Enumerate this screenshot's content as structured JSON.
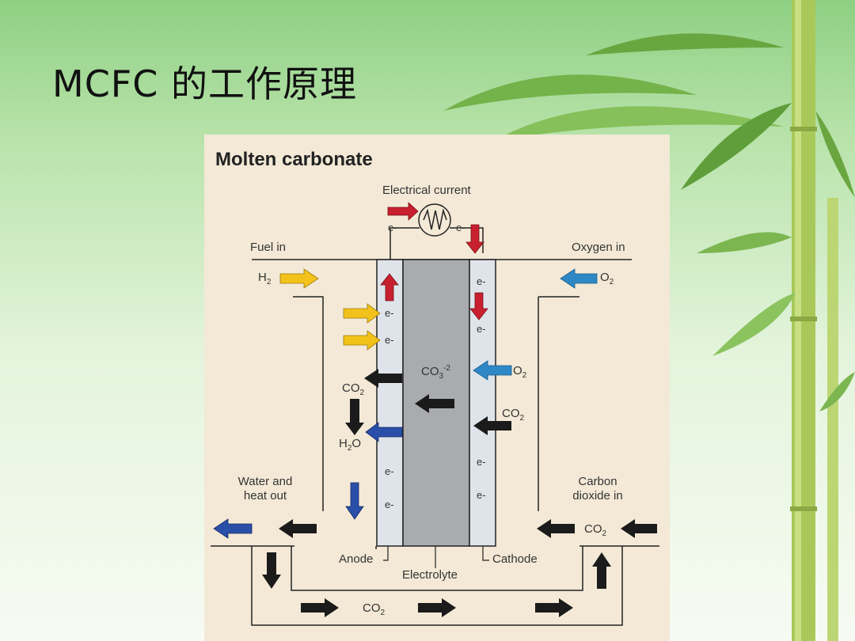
{
  "slide": {
    "title": "MCFC 的工作原理"
  },
  "figure": {
    "title": "Molten carbonate",
    "electrical_current": "Electrical current",
    "electron": "e-",
    "fuel_in": "Fuel in",
    "oxygen_in": "Oxygen in",
    "water_heat_out": "Water and heat out",
    "carbon_dioxide_in": "Carbon dioxide in",
    "anode": "Anode",
    "electrolyte": "Electrolyte",
    "cathode": "Cathode",
    "species": {
      "h2": {
        "base": "H",
        "sub": "2"
      },
      "o2": {
        "base": "O",
        "sub": "2"
      },
      "co2": {
        "base": "CO",
        "sub": "2"
      },
      "h2o": {
        "pre": "H",
        "sub": "2",
        "post": "O"
      },
      "co3": {
        "base": "CO",
        "sub": "3",
        "sup": "-2"
      }
    },
    "colors": {
      "background": "#f3e9d6",
      "electrolyte": "#a9abae",
      "electrode": "#dfe4ea",
      "yellow_arrow": "#f3c21a",
      "blue_arrow": "#2f88c6",
      "navy_arrow": "#2a4fa8",
      "red_arrow": "#c8202e",
      "black_arrow": "#1b1b1b"
    }
  }
}
